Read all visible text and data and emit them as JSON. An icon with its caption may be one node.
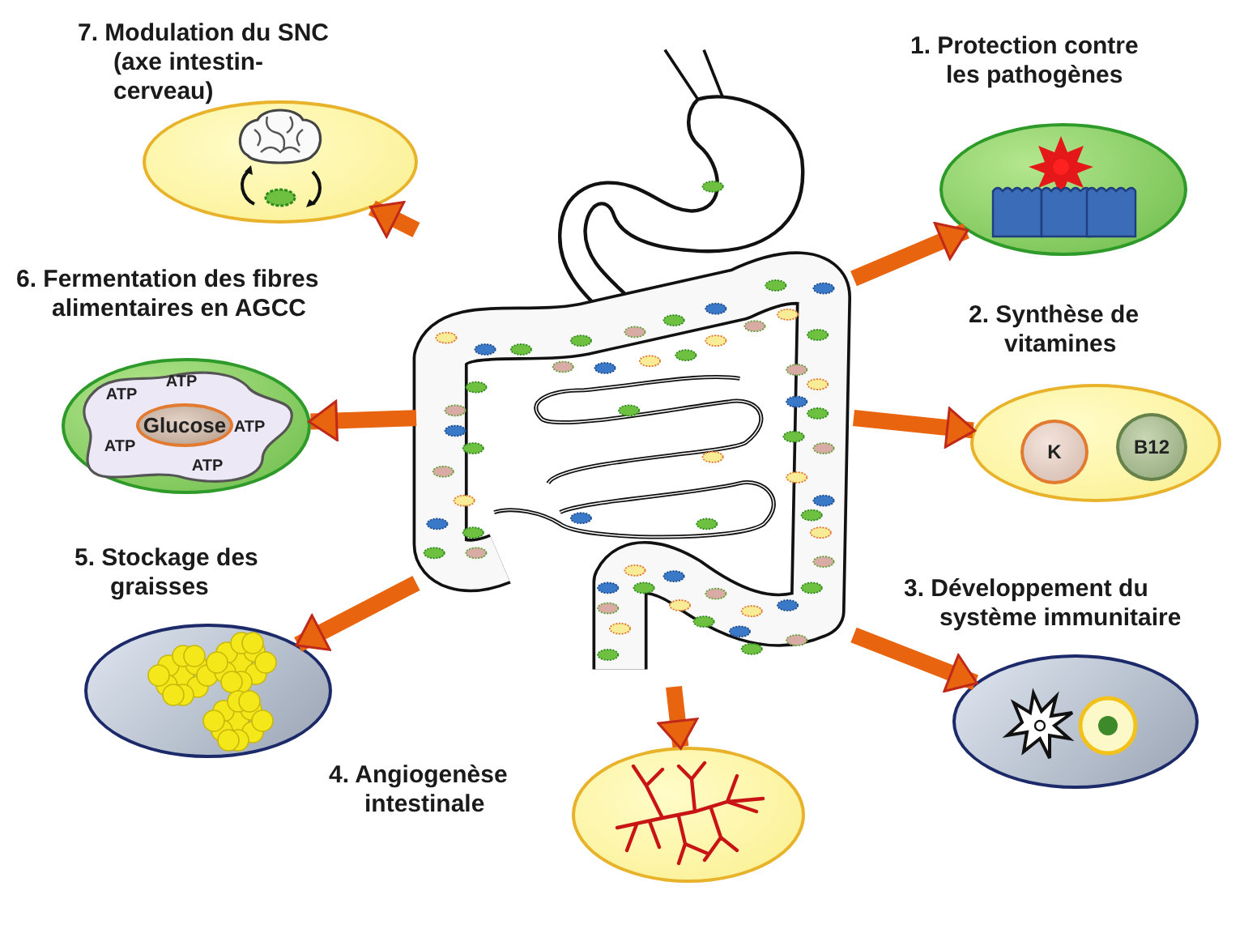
{
  "diagram": {
    "nodes": [
      {
        "text": [],
        "shape": "picture"
      },
      {
        "text": [
          "1. Protection contre les pathogènes"
        ]
      },
      {
        "text": [
          "2. Synthèse de vitamines"
        ]
      },
      {
        "text": [
          "K"
        ],
        "in": 2
      },
      {
        "text": [
          "B12"
        ],
        "in": 2
      },
      {
        "text": [
          "3. Développement du système immunitaire"
        ]
      },
      {
        "text": [
          "4. Angiogenèse intestinale"
        ]
      },
      {
        "text": [
          "5. Stockage des graisses"
        ]
      },
      {
        "text": [
          "6. Fermentation des fibres alimentaires en AGCC"
        ]
      },
      {
        "text": [
          "ATP",
          "ATP",
          "ATP",
          "ATP",
          "ATP"
        ],
        "in": 8
      },
      {
        "text": [
          "Glucose"
        ],
        "in": 9
      },
      {
        "text": [
          "7. Modulation du SNC (axe intestin-cerveau)"
        ]
      }
    ],
    "edges": [
      {
        "from": 0,
        "to": 1,
        "arrow": "to"
      },
      {
        "from": 0,
        "to": 2,
        "arrow": "to"
      },
      {
        "from": 0,
        "to": 5,
        "arrow": "to"
      },
      {
        "from": 0,
        "to": 6,
        "arrow": "to"
      },
      {
        "from": 0,
        "to": 7,
        "arrow": "to"
      },
      {
        "from": 0,
        "to": 8,
        "arrow": "to"
      },
      {
        "from": 0,
        "to": 11,
        "arrow": "to"
      }
    ]
  }
}
